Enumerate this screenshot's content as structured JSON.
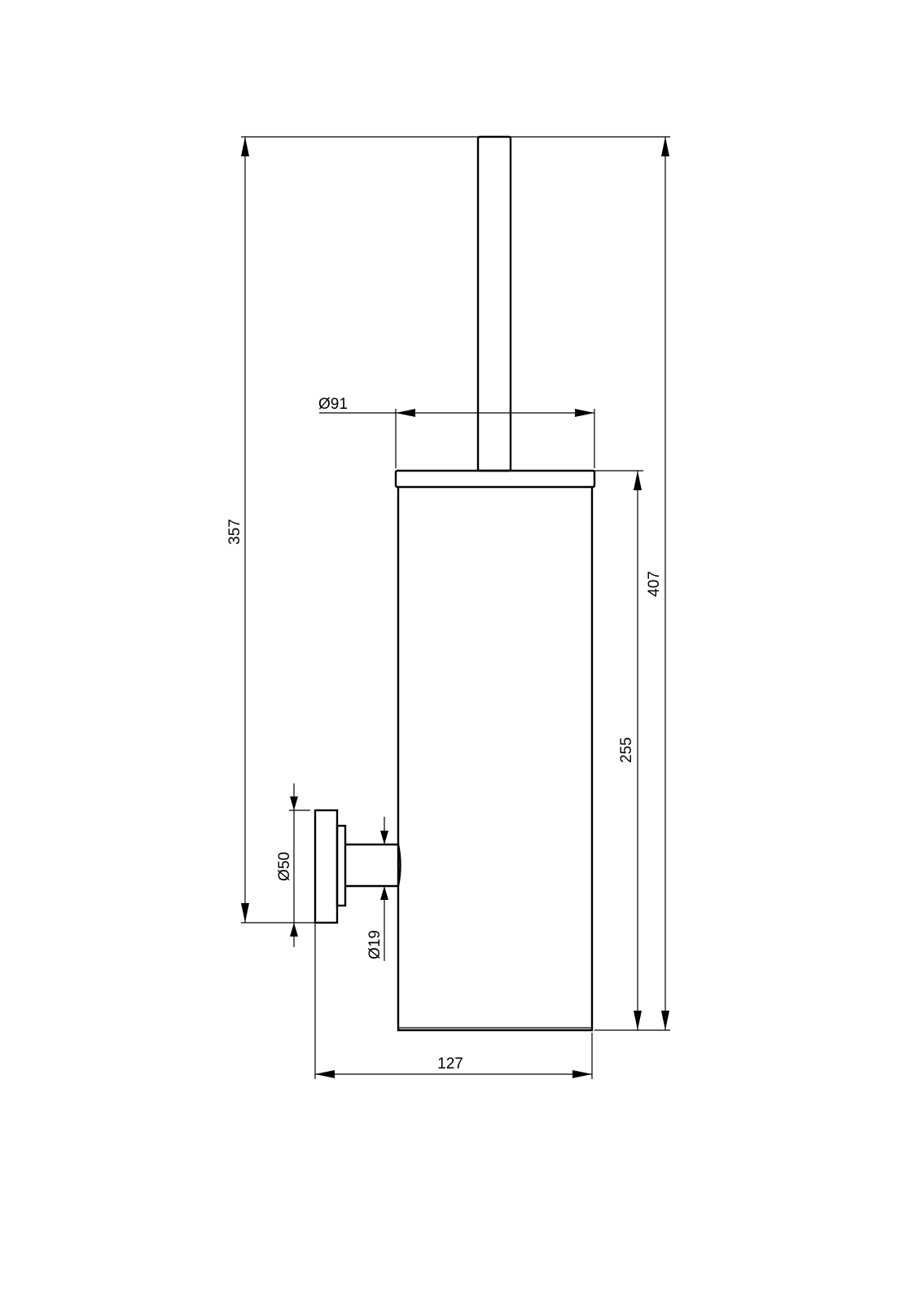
{
  "drawing": {
    "title": "Wall-mounted toilet brush holder — dimension drawing",
    "units": "mm",
    "line_color": "#000000",
    "background": "#ffffff"
  },
  "dimensions": {
    "handle_body_height": "357",
    "overall_height": "407",
    "container_height": "255",
    "lid_diameter": "Ø91",
    "wall_plate_diameter": "Ø50",
    "arm_diameter": "Ø19",
    "overall_depth": "127"
  }
}
